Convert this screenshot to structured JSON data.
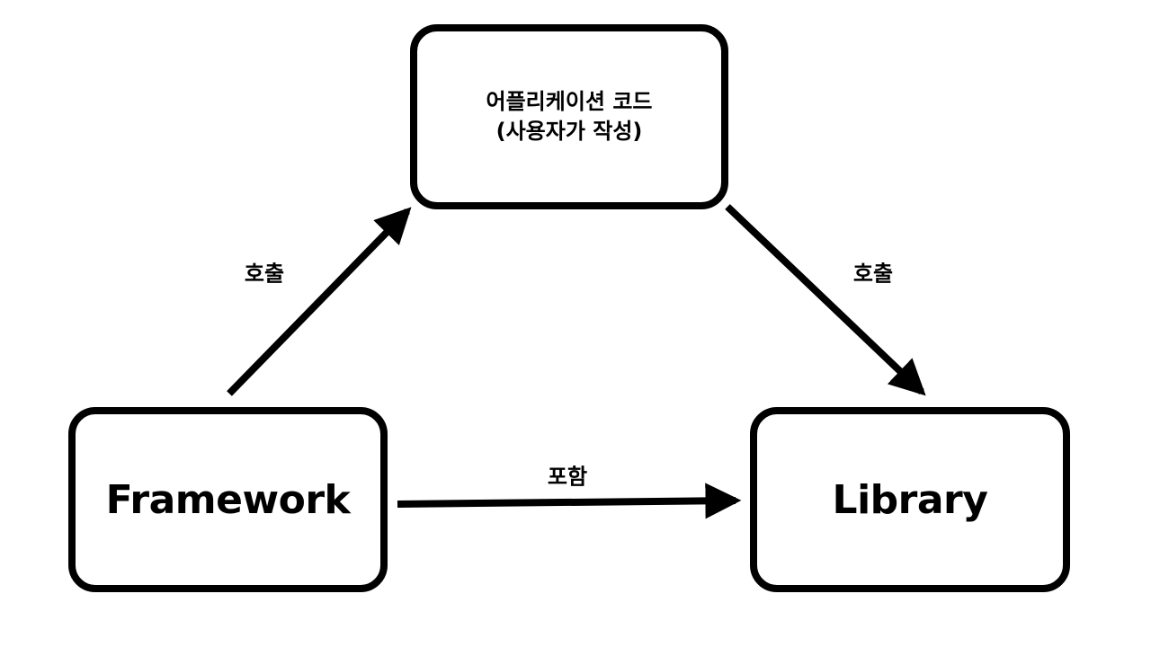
{
  "nodes": {
    "application": {
      "line1": "어플리케이션 코드",
      "line2": "(사용자가 작성)"
    },
    "framework": {
      "label": "Framework"
    },
    "library": {
      "label": "Library"
    }
  },
  "edges": {
    "framework_to_application": {
      "label": "호출"
    },
    "application_to_library": {
      "label": "호출"
    },
    "framework_to_library": {
      "label": "포함"
    }
  },
  "colors": {
    "stroke": "#000000",
    "background": "#ffffff"
  }
}
